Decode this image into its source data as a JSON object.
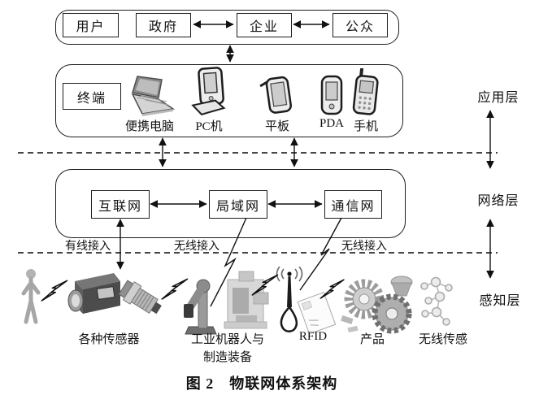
{
  "caption": "图 2　物联网体系架构",
  "app_band": {
    "boxes": [
      "用户",
      "政府",
      "企业",
      "公众"
    ]
  },
  "terminal_band": {
    "box": "终端",
    "device_labels": [
      "便携电脑",
      "PC机",
      "平板",
      "PDA",
      "手机"
    ]
  },
  "network_band": {
    "boxes": [
      "互联网",
      "局域网",
      "通信网"
    ]
  },
  "access_labels": {
    "wired": "有线接入",
    "wireless_lan": "无线接入",
    "wireless_comm": "无线接入"
  },
  "layer_labels": {
    "application": "应用层",
    "network": "网络层",
    "perception": "感知层"
  },
  "perception_labels": {
    "sensors": "各种传感器",
    "robots_line1": "工业机器人与",
    "robots_line2": "制造装备",
    "rfid": "RFID",
    "products": "产品",
    "wireless_sensing": "无线传感"
  },
  "icons": [
    "person-icon",
    "lightning-icon",
    "camera-sensor-icon",
    "probe-sensor-icon",
    "robot-arm-icon",
    "machine-icon",
    "antenna-icon",
    "rfid-tag-icon",
    "gears-icon",
    "molecule-icon",
    "laptop-icon",
    "desktop-pc-icon",
    "tablet-icon",
    "pda-icon",
    "mobile-phone-icon"
  ],
  "colors": {
    "line": "#111111",
    "dash": "#474747",
    "background": "#ffffff"
  }
}
